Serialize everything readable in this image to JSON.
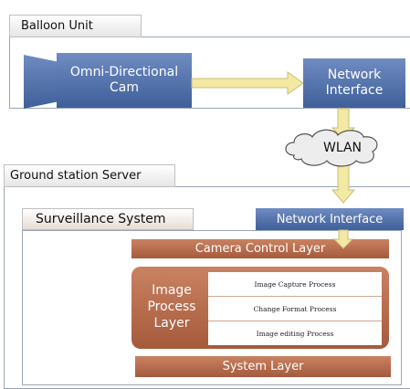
{
  "balloon": {
    "title": "Balloon Unit",
    "camera_label": "Omni-Directional Cam",
    "network_label": "Network Interface"
  },
  "link": {
    "label": "WLAN"
  },
  "ground": {
    "title": "Ground station Server",
    "surveillance_title": "Surveillance System",
    "network_label": "Network Interface",
    "camera_control_layer": "Camera Control Layer",
    "image_process_layer": "Image Process Layer",
    "processes": [
      "Image Capture Process",
      "Change Format Process",
      "Image editing Process"
    ],
    "system_layer": "System Layer"
  },
  "colors": {
    "blue": "#4a6aa5",
    "brown": "#a95e40",
    "arrow": "#f3e9a4"
  }
}
